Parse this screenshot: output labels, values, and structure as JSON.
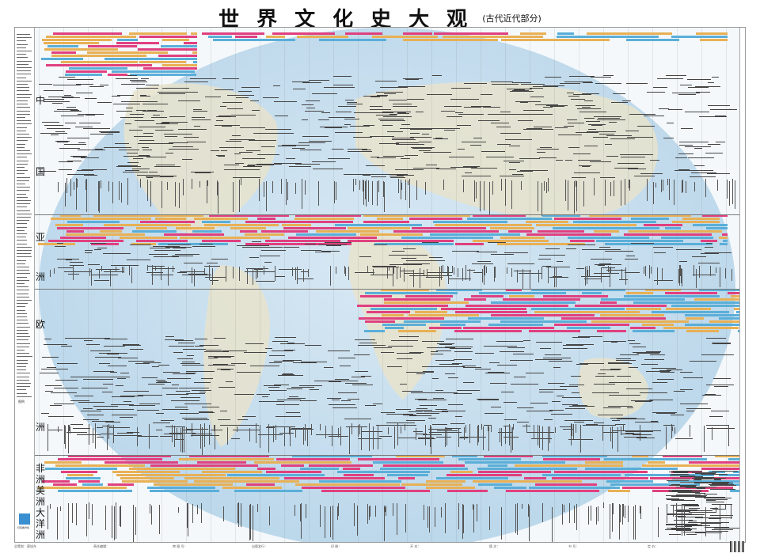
{
  "header": {
    "title": "世界文化史大观",
    "subtitle": "(古代近代部分)"
  },
  "regions": [
    "中",
    "国",
    "亚",
    "洲",
    "欧",
    "洲",
    "非",
    "洲",
    "美",
    "洲",
    "大",
    "洋",
    "洲"
  ],
  "left_panel": {
    "legend_label": "图例",
    "qr_label": "扫码看详情"
  },
  "colors": {
    "pink": "#e0407f",
    "orange": "#e8b055",
    "blue": "#5aaed8",
    "background_ocean": "#c9dfef",
    "land": "#e6e2cc",
    "rule": "#777777"
  },
  "footer": {
    "items": [
      "总策划：蔡旭东",
      "责任编辑：",
      "审 图 号：",
      "出版发行：",
      "印 刷：",
      "开 本：",
      "版 次：",
      "书 号：",
      "定 价："
    ]
  }
}
